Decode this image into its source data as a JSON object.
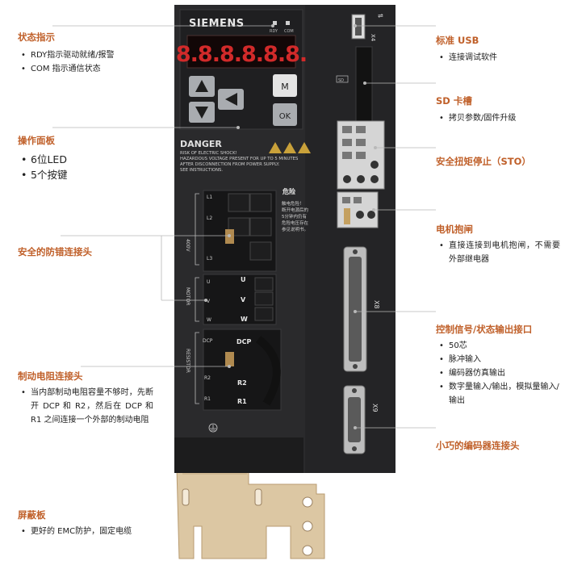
{
  "device": {
    "brand": "SIEMENS",
    "led_labels": [
      "RDY",
      "COM"
    ],
    "display": "8.8.8.8.8.8.",
    "keys": {
      "m": "M",
      "ok": "OK"
    },
    "usb_label": "X4",
    "sd_label": "SD",
    "danger": {
      "title": "DANGER",
      "lines": [
        "RISK OF ELECTRIC SHOCK!",
        "HAZARDOUS VOLTAGE PRESENT FOR UP TO 5 MINUTES",
        "AFTER DISCONNECTION FROM POWER SUPPLY.",
        "SEE INSTRUCTIONS."
      ],
      "cn_title": "危险",
      "cn_lines": [
        "触电危险！",
        "断开电源后的",
        "5分钟内仍有",
        "危险电压存在",
        "参见说明书。"
      ]
    },
    "terminals": {
      "power_group": "400V",
      "power": [
        "L1",
        "L2",
        "L3"
      ],
      "motor_group": "MOTOR",
      "motor_left": [
        "U",
        "V",
        "W"
      ],
      "motor_right": [
        "U",
        "V",
        "W"
      ],
      "resistor_group": "RESISTOR",
      "resistor_left": [
        "DCP",
        "R2",
        "R1"
      ],
      "resistor_right": [
        "DCP",
        "R2",
        "R1"
      ]
    },
    "x8_label": "X8",
    "x9_label": "X9"
  },
  "callouts": {
    "status": {
      "title": "状态指示",
      "items": [
        "RDY指示驱动就绪/报警",
        "COM 指示通信状态"
      ]
    },
    "panel": {
      "title": "操作面板",
      "items": [
        "6位LED",
        "5个按键"
      ]
    },
    "safety_conn": {
      "title": "安全的防错连接头",
      "items": []
    },
    "brake_res": {
      "title": "制动电阻连接头",
      "items": [
        "当内部制动电阻容量不够时，先断开 DCP 和 R2，然后在 DCP 和 R1 之间连接一个外部的制动电阻"
      ]
    },
    "shield": {
      "title": "屏蔽板",
      "items": [
        "更好的 EMC防护，固定电缆"
      ]
    },
    "usb": {
      "title": "标准 USB",
      "items": [
        "连接调试软件"
      ]
    },
    "sd": {
      "title": "SD 卡槽",
      "items": [
        "拷贝参数/固件升级"
      ]
    },
    "sto": {
      "title": "安全扭矩停止（STO）",
      "items": []
    },
    "brake": {
      "title": "电机抱闸",
      "items": [
        "直接连接到电机抱闸，不需要外部继电器"
      ]
    },
    "control": {
      "title": "控制信号/状态输出接口",
      "items": [
        "50芯",
        "脉冲输入",
        "编码器仿真输出",
        "数字量输入/输出，模拟量输入/输出"
      ]
    },
    "encoder": {
      "title": "小巧的编码器连接头",
      "items": []
    }
  },
  "colors": {
    "accent": "#c0602a",
    "device": "#2a2a2c",
    "shield_plate": "#dcc7a3"
  }
}
